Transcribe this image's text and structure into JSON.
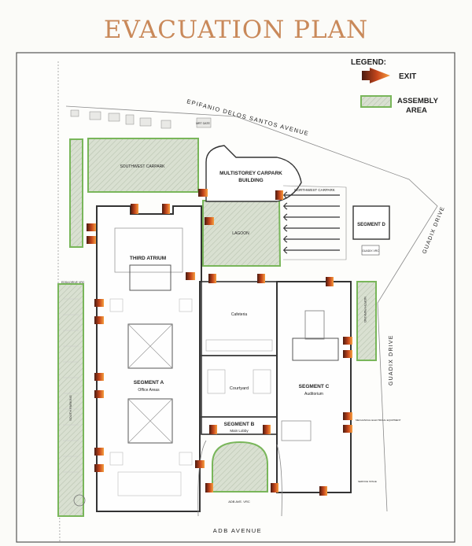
{
  "title": "EVACUATION PLAN",
  "colors": {
    "title": "#c9895a",
    "assembly_fill": "#d6dfcd",
    "assembly_border": "#79b65a",
    "exit_dark": "#4a1a10",
    "exit_light": "#f08a30",
    "building_line": "#333333",
    "site_line": "#777777"
  },
  "legend": {
    "heading": "LEGEND:",
    "exit_label": "EXIT",
    "assembly_label_1": "ASSEMBLY",
    "assembly_label_2": "AREA",
    "exit_icon": "orange-arrow-icon",
    "assembly_icon": "hatched-green-box-icon"
  },
  "streets": {
    "north": "EPIFANIO DELOS SANTOS AVENUE",
    "east_upper": "GUADIX DRIVE",
    "east_lower": "GUADIX DRIVE",
    "south": "ADB AVENUE"
  },
  "areas": {
    "southwest_carpark": "SOUTHWEST CARPARK",
    "multistorey_1": "MULTISTOREY CARPARK",
    "multistorey_2": "BUILDING",
    "northwest_carpark": "NORTHWEST CARPARK",
    "lagoon": "LAGOON",
    "segment_d": "SEGMENT D",
    "guadix_vrc": "GUADIX VRC",
    "third_atrium": "THIRD ATRIUM",
    "cafeteria": "Cafeteria",
    "segment_a": "SEGMENT A",
    "segment_a_sub": "Office Areas",
    "courtyard": "Courtyard",
    "segment_c": "SEGMENT C",
    "segment_c_sub": "Auditorium",
    "segment_b": "SEGMENT B",
    "segment_b_sub": "Main Lobby",
    "south_parking": "SOUTH PARKING",
    "north_parking": "NORTH PARKING",
    "edsa_drive_vrc": "EDSA DRIVE VRC",
    "adb_ave_vrc": "ADB AVE. VRC",
    "mrt_gate": "MRT GATE",
    "mech_room": "MECHANICAL ELECTRICAL EQUIPMENT",
    "service_stage": "SERVICE STAGE"
  }
}
